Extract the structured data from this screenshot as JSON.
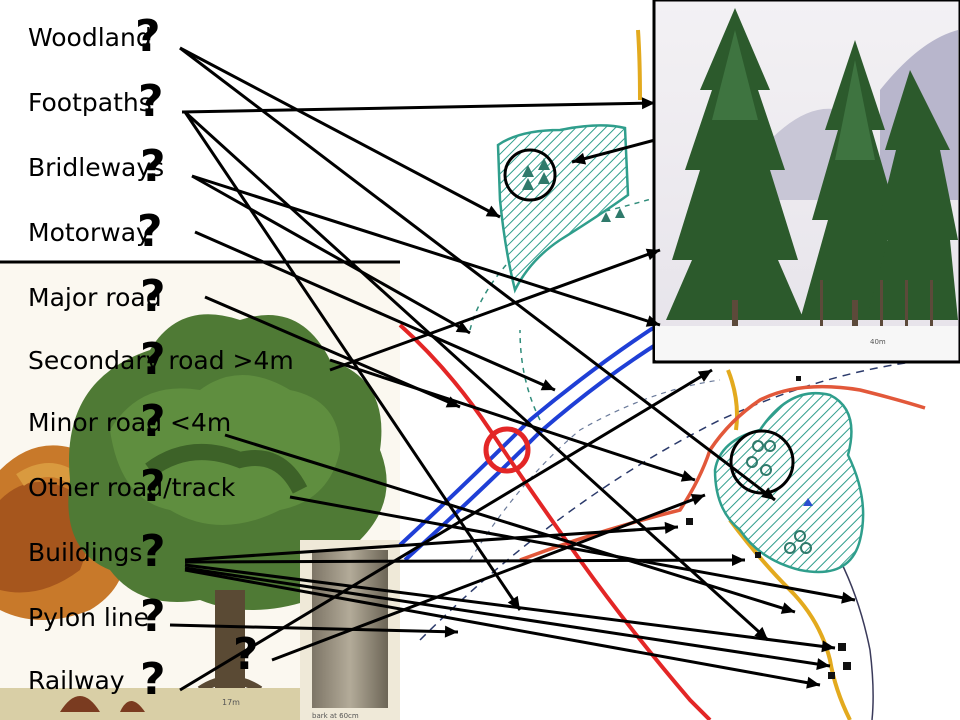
{
  "legend": {
    "items": [
      {
        "key": "woodland",
        "label": "Woodland"
      },
      {
        "key": "footpaths",
        "label": "Footpaths"
      },
      {
        "key": "bridleways",
        "label": "Bridleways"
      },
      {
        "key": "motorway",
        "label": "Motorway"
      },
      {
        "key": "major_road",
        "label": "Major road"
      },
      {
        "key": "secondary_road",
        "label": "Secondary road >4m"
      },
      {
        "key": "minor_road",
        "label": "Minor road <4m"
      },
      {
        "key": "other_road",
        "label": "Other road/track"
      },
      {
        "key": "buildings",
        "label": "Buildings"
      },
      {
        "key": "pylon_line",
        "label": "Pylon line"
      },
      {
        "key": "railway",
        "label": "Railway"
      }
    ],
    "question_mark": "?"
  },
  "photos": {
    "deciduous_caption": "17m",
    "trunk_caption": "bark at 60cm",
    "conifer_caption": "40m"
  },
  "colors": {
    "woodland": "#2f9e8c",
    "motorway": "#1f3fd6",
    "major_road": "#e32626",
    "secondary_road": "#e2583a",
    "minor_road": "#e3aa1e",
    "footpath": "#2f8c7a",
    "arrow": "#000000"
  }
}
